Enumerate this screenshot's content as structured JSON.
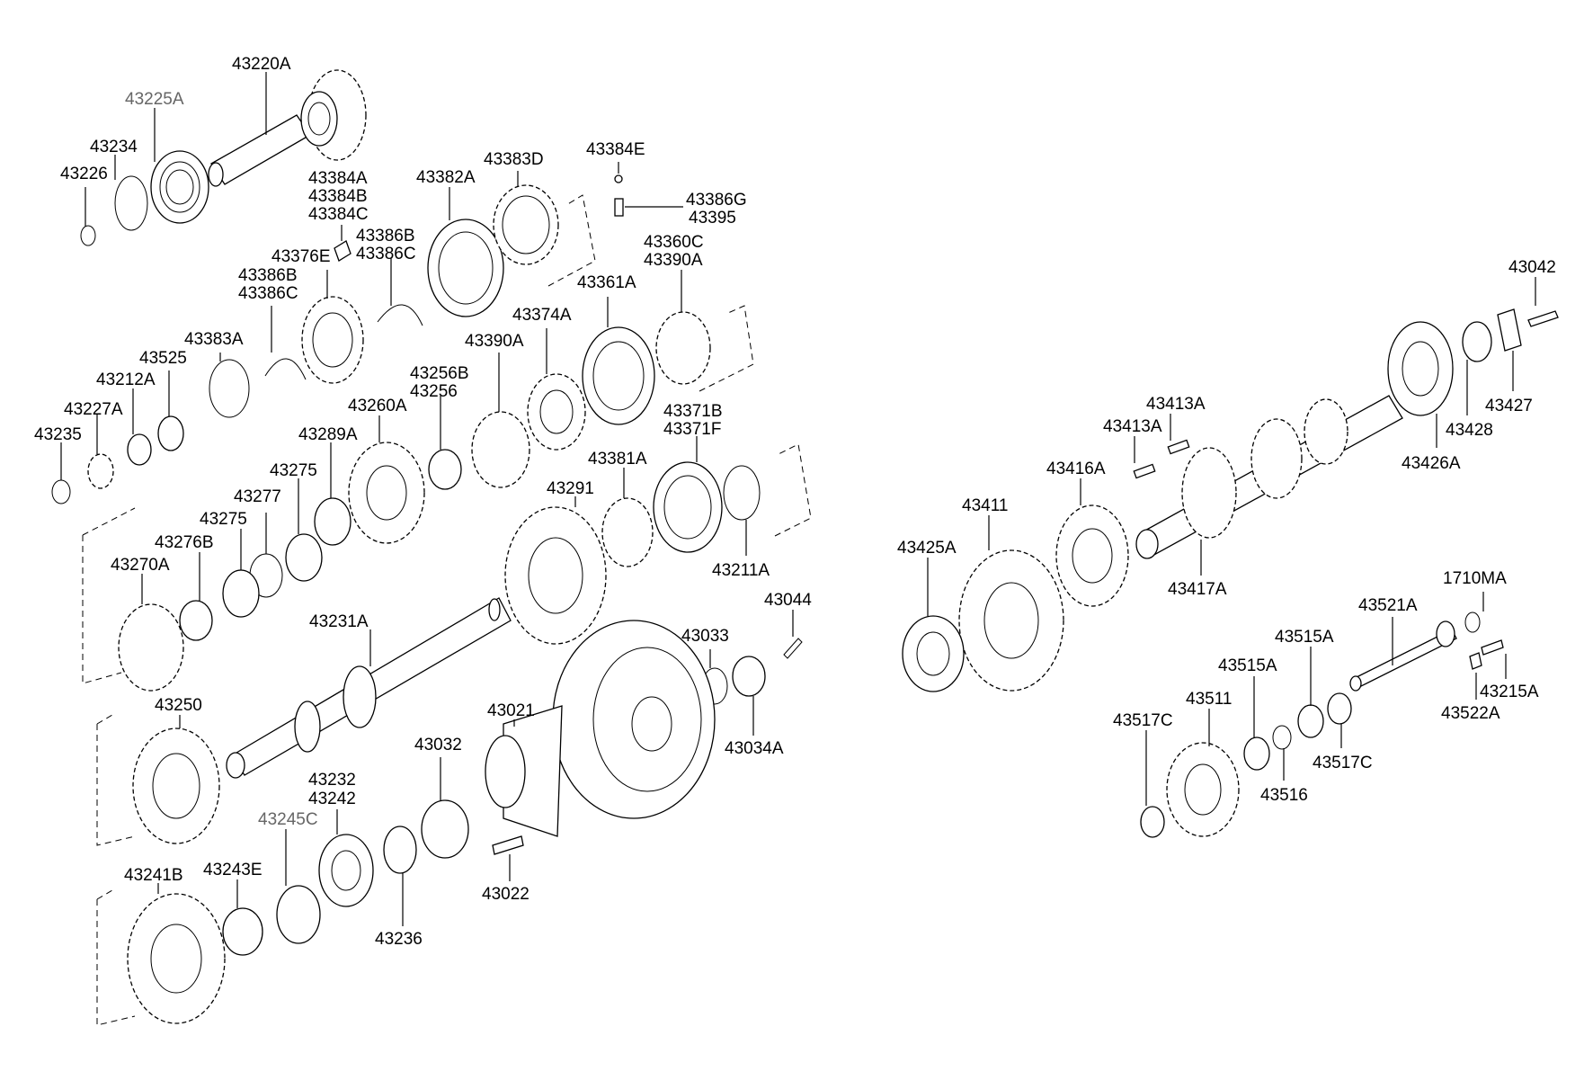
{
  "labels": [
    {
      "id": "43220A",
      "text": "43220A"
    },
    {
      "id": "43225A",
      "text": "43225A"
    },
    {
      "id": "43234",
      "text": "43234"
    },
    {
      "id": "43226",
      "text": "43226"
    },
    {
      "id": "43384A",
      "text": "43384A"
    },
    {
      "id": "43384B",
      "text": "43384B"
    },
    {
      "id": "43384C",
      "text": "43384C"
    },
    {
      "id": "43382A",
      "text": "43382A"
    },
    {
      "id": "43383D",
      "text": "43383D"
    },
    {
      "id": "43384E",
      "text": "43384E"
    },
    {
      "id": "43386G",
      "text": "43386G"
    },
    {
      "id": "43395",
      "text": "43395"
    },
    {
      "id": "43376E",
      "text": "43376E"
    },
    {
      "id": "43386B_a",
      "text": "43386B"
    },
    {
      "id": "43386C_a",
      "text": "43386C"
    },
    {
      "id": "43386B_b",
      "text": "43386B"
    },
    {
      "id": "43386C_b",
      "text": "43386C"
    },
    {
      "id": "43360C",
      "text": "43360C"
    },
    {
      "id": "43390A_a",
      "text": "43390A"
    },
    {
      "id": "43361A",
      "text": "43361A"
    },
    {
      "id": "43383A",
      "text": "43383A"
    },
    {
      "id": "43374A",
      "text": "43374A"
    },
    {
      "id": "43525",
      "text": "43525"
    },
    {
      "id": "43390A_b",
      "text": "43390A"
    },
    {
      "id": "43212A",
      "text": "43212A"
    },
    {
      "id": "43256B",
      "text": "43256B"
    },
    {
      "id": "43256",
      "text": "43256"
    },
    {
      "id": "43227A",
      "text": "43227A"
    },
    {
      "id": "43260A",
      "text": "43260A"
    },
    {
      "id": "43371B",
      "text": "43371B"
    },
    {
      "id": "43371F",
      "text": "43371F"
    },
    {
      "id": "43235",
      "text": "43235"
    },
    {
      "id": "43289A",
      "text": "43289A"
    },
    {
      "id": "43381A",
      "text": "43381A"
    },
    {
      "id": "43275_a",
      "text": "43275"
    },
    {
      "id": "43291",
      "text": "43291"
    },
    {
      "id": "43277",
      "text": "43277"
    },
    {
      "id": "43275_b",
      "text": "43275"
    },
    {
      "id": "43276B",
      "text": "43276B"
    },
    {
      "id": "43211A",
      "text": "43211A"
    },
    {
      "id": "43270A",
      "text": "43270A"
    },
    {
      "id": "43044",
      "text": "43044"
    },
    {
      "id": "43231A",
      "text": "43231A"
    },
    {
      "id": "43033",
      "text": "43033"
    },
    {
      "id": "43250",
      "text": "43250"
    },
    {
      "id": "43021",
      "text": "43021"
    },
    {
      "id": "43034A",
      "text": "43034A"
    },
    {
      "id": "43032",
      "text": "43032"
    },
    {
      "id": "43232",
      "text": "43232"
    },
    {
      "id": "43242",
      "text": "43242"
    },
    {
      "id": "43245C",
      "text": "43245C"
    },
    {
      "id": "43241B",
      "text": "43241B"
    },
    {
      "id": "43243E",
      "text": "43243E"
    },
    {
      "id": "43022",
      "text": "43022"
    },
    {
      "id": "43236",
      "text": "43236"
    },
    {
      "id": "43042",
      "text": "43042"
    },
    {
      "id": "43427",
      "text": "43427"
    },
    {
      "id": "43428",
      "text": "43428"
    },
    {
      "id": "43413A_a",
      "text": "43413A"
    },
    {
      "id": "43413A_b",
      "text": "43413A"
    },
    {
      "id": "43416A",
      "text": "43416A"
    },
    {
      "id": "43426A",
      "text": "43426A"
    },
    {
      "id": "43411",
      "text": "43411"
    },
    {
      "id": "43425A",
      "text": "43425A"
    },
    {
      "id": "43417A",
      "text": "43417A"
    },
    {
      "id": "1710MA",
      "text": "1710MA"
    },
    {
      "id": "43521A",
      "text": "43521A"
    },
    {
      "id": "43515A_a",
      "text": "43515A"
    },
    {
      "id": "43215A",
      "text": "43215A"
    },
    {
      "id": "43515A_b",
      "text": "43515A"
    },
    {
      "id": "43511",
      "text": "43511"
    },
    {
      "id": "43522A",
      "text": "43522A"
    },
    {
      "id": "43517C_a",
      "text": "43517C"
    },
    {
      "id": "43517C_b",
      "text": "43517C"
    },
    {
      "id": "43516",
      "text": "43516"
    }
  ]
}
